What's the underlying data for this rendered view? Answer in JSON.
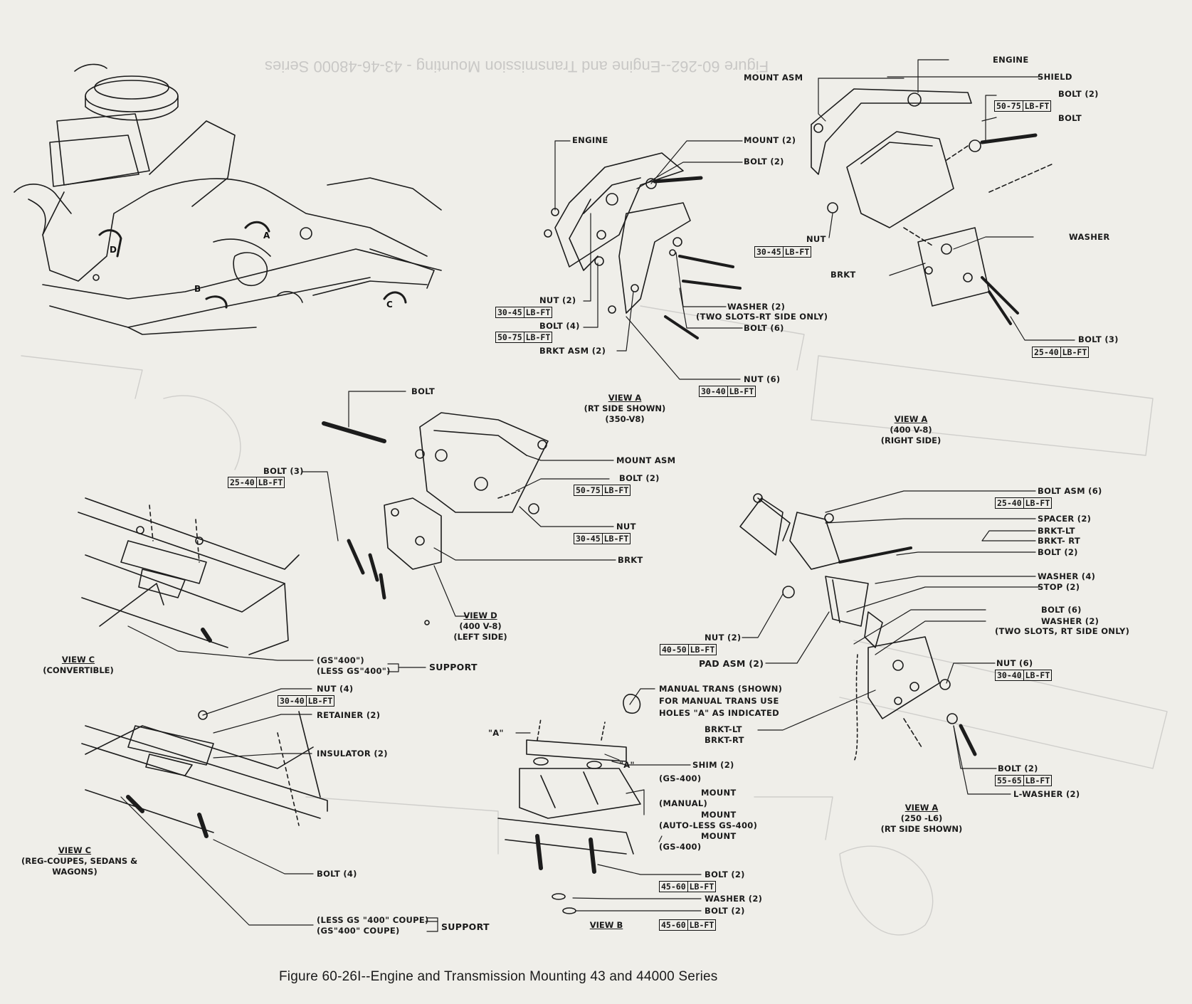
{
  "caption": "Figure 60-26I--Engine and Transmission Mounting 43 and 44000 Series",
  "bleed_through": "Figure 60-262--Engine and Transmission Mounting - 43-46-48000 Series",
  "callouts": {
    "engine_tr": "ENGINE",
    "mount_asm_tr": "MOUNT ASM",
    "shield": "SHIELD",
    "bolt2_tr": "BOLT (2)",
    "bolt_tr": "BOLT",
    "nut_tr": "NUT",
    "washer_tr": "WASHER",
    "brkt_tr": "BRKT",
    "bolt3_tr": "BOLT (3)",
    "engine_tc": "ENGINE",
    "mount2_tc": "MOUNT (2)",
    "bolt2_tc": "BOLT (2)",
    "nut2_tc": "NUT (2)",
    "bolt4_tc": "BOLT (4)",
    "brkt_asm2": "BRKT ASM (2)",
    "washer2_tc": "WASHER (2)",
    "two_slots_tc": "(TWO SLOTS-RT SIDE ONLY)",
    "bolt6_tc": "BOLT (6)",
    "nut6_tc": "NUT (6)",
    "bolt_vd": "BOLT",
    "bolt3_vd": "BOLT (3)",
    "mount_asm_vd": "MOUNT ASM",
    "bolt2_vd": "BOLT (2)",
    "nut_vd": "NUT",
    "brkt_vd": "BRKT",
    "bolt_asm6": "BOLT ASM (6)",
    "spacer2": "SPACER (2)",
    "brkt_lt_r": "BRKT-LT",
    "brkt_rt_r": "BRKT- RT",
    "bolt2_r1": "BOLT (2)",
    "washer4_r": "WASHER (4)",
    "stop2_r": "STOP (2)",
    "bolt6_r": "BOLT (6)",
    "washer2_r": "WASHER (2)",
    "two_slots_r": "(TWO SLOTS, RT SIDE ONLY)",
    "nut2_r": "NUT (2)",
    "pad_asm2": "PAD ASM (2)",
    "nut6_r": "NUT (6)",
    "brkt_lt_r2": "BRKT-LT",
    "brkt_rt_r2": "BRKT-RT",
    "bolt2_r2": "BOLT (2)",
    "l_washer2": "L-WASHER (2)",
    "gs400_a": "(GS\"400\")",
    "less_gs400_a": "(LESS GS\"400\")",
    "support_a": "SUPPORT",
    "nut4_c": "NUT (4)",
    "retainer2": "RETAINER (2)",
    "insulator2": "INSULATOR (2)",
    "bolt4_c": "BOLT (4)",
    "less_gs400_coupe": "(LESS GS \"400\" COUPE)",
    "gs400_coupe": "(GS\"400\" COUPE)",
    "support_b": "SUPPORT",
    "manual_trans_1": "MANUAL TRANS (SHOWN)",
    "manual_trans_2": "FOR MANUAL TRANS USE",
    "manual_trans_3": "HOLES \"A\" AS INDICATED",
    "a_left": "\"A\"",
    "a_right": "\"A\"",
    "shim2": "SHIM (2)",
    "gs400_shim": "(GS-400)",
    "mount_manual_1": "MOUNT",
    "mount_manual_2": "(MANUAL)",
    "mount_auto_1": "MOUNT",
    "mount_auto_2": "(AUTO-LESS GS-400)",
    "mount_gs_1": "MOUNT",
    "mount_gs_2": "(GS-400)",
    "bolt2_vb1": "BOLT (2)",
    "washer2_vb": "WASHER (2)",
    "bolt2_vb2": "BOLT (2)",
    "overview_a": "A",
    "overview_b": "B",
    "overview_c": "C",
    "overview_d": "D"
  },
  "torques": {
    "t_50_75_tr": [
      "50-75",
      "LB-FT"
    ],
    "t_30_45_tr": [
      "30-45",
      "LB-FT"
    ],
    "t_25_40_tr": [
      "25-40",
      "LB-FT"
    ],
    "t_30_45_tc": [
      "30-45",
      "LB-FT"
    ],
    "t_50_75_tc": [
      "50-75",
      "LB-FT"
    ],
    "t_30_40_tc": [
      "30-40",
      "LB-FT"
    ],
    "t_25_40_vd": [
      "25-40",
      "LB-FT"
    ],
    "t_50_75_vd": [
      "50-75",
      "LB-FT"
    ],
    "t_30_45_vd": [
      "30-45",
      "LB-FT"
    ],
    "t_25_40_r": [
      "25-40",
      "LB-FT"
    ],
    "t_40_50_r": [
      "40-50",
      "LB-FT"
    ],
    "t_30_40_r": [
      "30-40",
      "LB-FT"
    ],
    "t_55_65_r": [
      "55-65",
      "LB-FT"
    ],
    "t_30_40_c": [
      "30-40",
      "LB-FT"
    ],
    "t_45_60_vb1": [
      "45-60",
      "LB-FT"
    ],
    "t_45_60_vb2": [
      "45-60",
      "LB-FT"
    ]
  },
  "views": {
    "view_a_350": {
      "title": "VIEW A",
      "line1": "(RT SIDE SHOWN)",
      "line2": "(350-V8)"
    },
    "view_a_400": {
      "title": "VIEW A",
      "line1": "(400 V-8)",
      "line2": "(RIGHT SIDE)"
    },
    "view_d": {
      "title": "VIEW D",
      "line1": "(400 V-8)",
      "line2": "(LEFT SIDE)"
    },
    "view_c_conv": {
      "title": "VIEW C",
      "line1": "(CONVERTIBLE)"
    },
    "view_c_reg": {
      "title": "VIEW C",
      "line1": "(REG-COUPES, SEDANS &",
      "line2": "WAGONS)"
    },
    "view_b": {
      "title": "VIEW B"
    },
    "view_a_250": {
      "title": "VIEW A",
      "line1": "(250 -L6)",
      "line2": "(RT SIDE SHOWN)"
    }
  },
  "colors": {
    "paper": "#efeee9",
    "ink": "#1a1a1a",
    "ghost": "#c9c8c6"
  }
}
